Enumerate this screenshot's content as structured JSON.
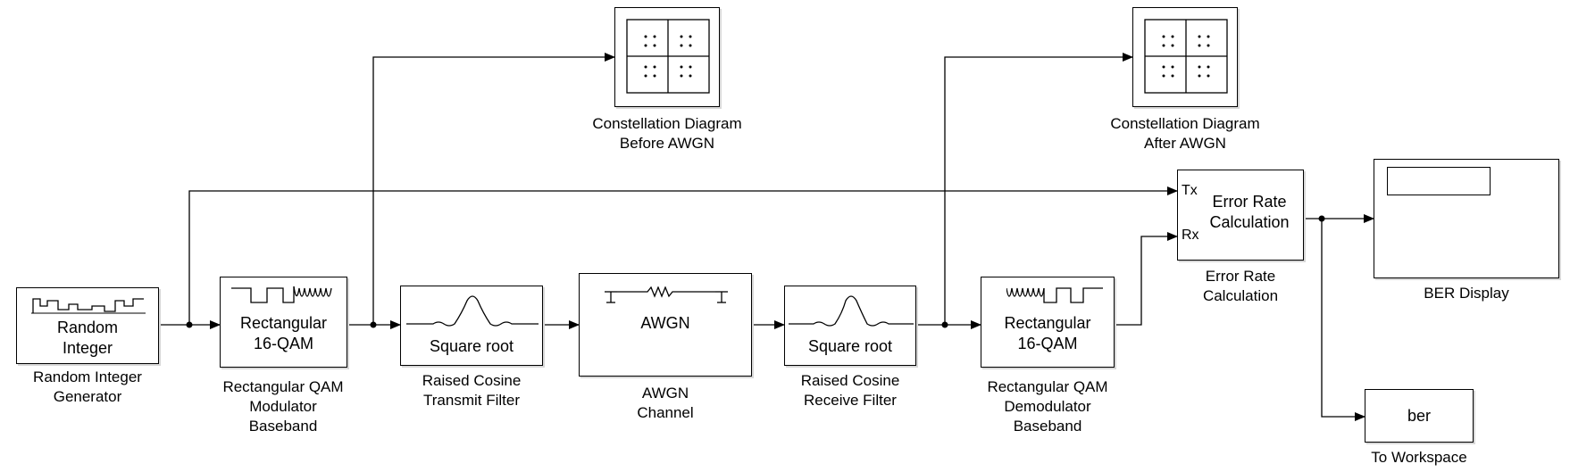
{
  "blocks": {
    "random_integer": {
      "text": "Random\nInteger",
      "label": "Random Integer\nGenerator"
    },
    "qam_mod": {
      "text": "Rectangular\n16-QAM",
      "label": "Rectangular QAM\nModulator\nBaseband"
    },
    "tx_filter": {
      "text": "Square root",
      "label": "Raised Cosine\nTransmit Filter"
    },
    "awgn": {
      "text": "AWGN",
      "label": "AWGN\nChannel"
    },
    "rx_filter": {
      "text": "Square root",
      "label": "Raised Cosine\nReceive Filter"
    },
    "qam_demod": {
      "text": "Rectangular\n16-QAM",
      "label": "Rectangular QAM\nDemodulator\nBaseband"
    },
    "const_before": {
      "label": "Constellation Diagram\nBefore AWGN"
    },
    "const_after": {
      "label": "Constellation Diagram\nAfter AWGN"
    },
    "error_rate": {
      "text": "Error Rate\nCalculation",
      "port_tx": "Tx",
      "port_rx": "Rx",
      "label": "Error Rate\nCalculation"
    },
    "ber_display": {
      "label": "BER Display"
    },
    "to_workspace": {
      "text": "ber",
      "label": "To Workspace"
    }
  }
}
